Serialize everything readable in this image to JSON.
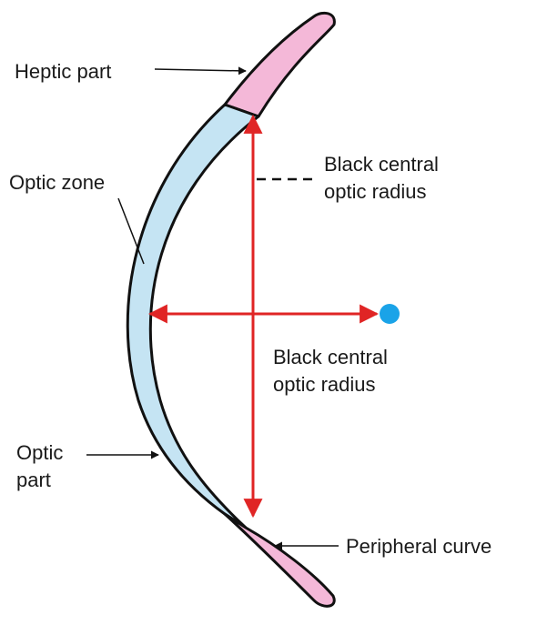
{
  "labels": {
    "heptic_part": "Heptic part",
    "optic_zone": "Optic zone",
    "optic_part_line1": "Optic",
    "optic_part_line2": "part",
    "radius_upper_line1": "Black central",
    "radius_upper_line2": "optic radius",
    "radius_lower_line1": "Black central",
    "radius_lower_line2": "optic radius",
    "peripheral_curve": "Peripheral curve"
  },
  "colors": {
    "optic_zone_fill": "#c5e4f3",
    "haptic_fill": "#f4b8d8",
    "outline": "#111111",
    "radius_arrow": "#e02525",
    "center_point": "#1aa3e8",
    "pointer_line": "#111111"
  }
}
